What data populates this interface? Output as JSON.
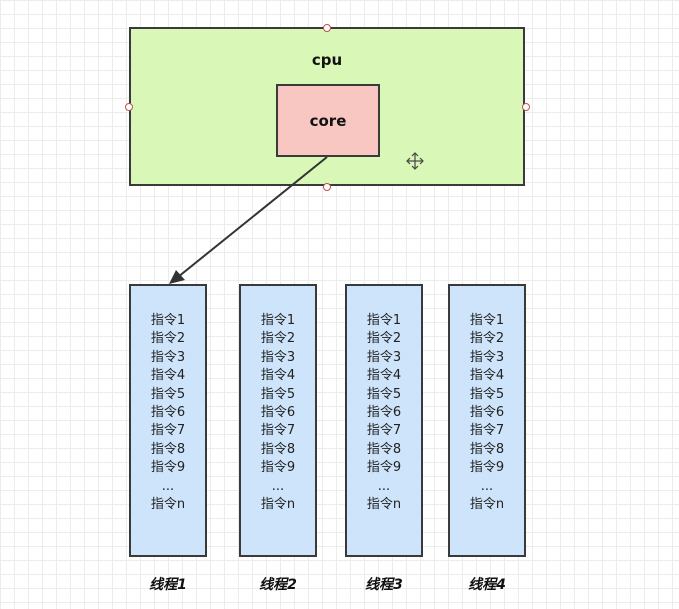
{
  "cpu": {
    "label": "cpu"
  },
  "core": {
    "label": "core"
  },
  "threads": [
    {
      "label": "线程1",
      "instructions": [
        "指令1",
        "指令2",
        "指令3",
        "指令4",
        "指令5",
        "指令6",
        "指令7",
        "指令8",
        "指令9",
        "...",
        "指令n"
      ]
    },
    {
      "label": "线程2",
      "instructions": [
        "指令1",
        "指令2",
        "指令3",
        "指令4",
        "指令5",
        "指令6",
        "指令7",
        "指令8",
        "指令9",
        "...",
        "指令n"
      ]
    },
    {
      "label": "线程3",
      "instructions": [
        "指令1",
        "指令2",
        "指令3",
        "指令4",
        "指令5",
        "指令6",
        "指令7",
        "指令8",
        "指令9",
        "...",
        "指令n"
      ]
    },
    {
      "label": "线程4",
      "instructions": [
        "指令1",
        "指令2",
        "指令3",
        "指令4",
        "指令5",
        "指令6",
        "指令7",
        "指令8",
        "指令9",
        "...",
        "指令n"
      ]
    }
  ],
  "colors": {
    "cpu_fill": "#d9f7b7",
    "core_fill": "#f9c7c2",
    "thread_fill": "#cde4fb",
    "stroke": "#3a3a3a",
    "handle": "#c0504d"
  },
  "icons": [
    "move-cursor-icon",
    "selection-handle"
  ]
}
